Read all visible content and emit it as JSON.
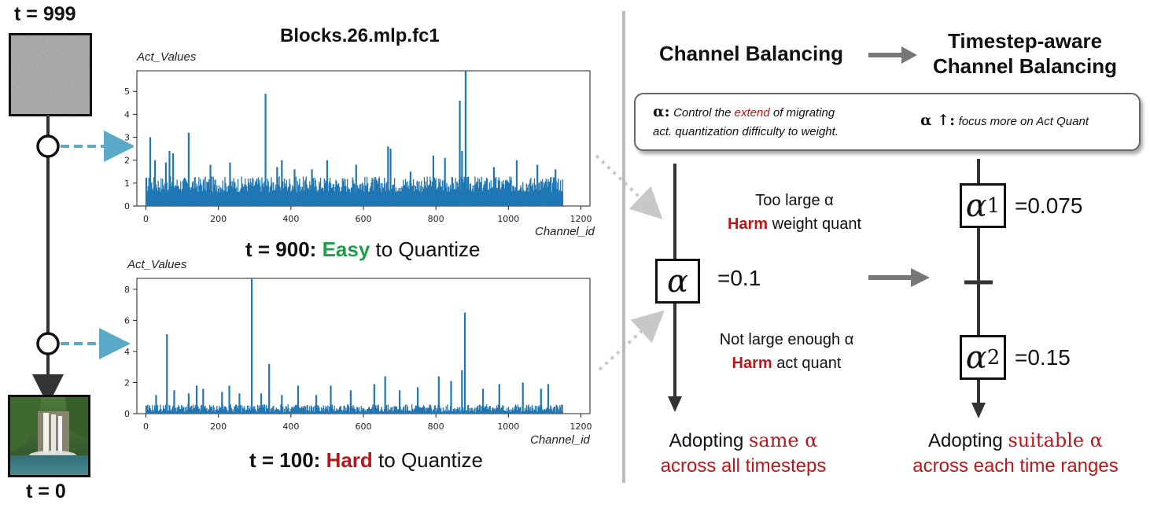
{
  "timeline": {
    "t_top": "t = 999",
    "t_bottom": "t = 0",
    "noise_image": "noise-image",
    "output_image": "waterfall-image"
  },
  "charts_title": "Blocks.26.mlp.fc1",
  "chart_data": [
    {
      "type": "bar",
      "ylabel": "Act_Values",
      "xlabel": "Channel_id",
      "xlim": [
        0,
        1200
      ],
      "ylim": [
        0,
        5.9
      ],
      "x_ticks": [
        "0",
        "200",
        "400",
        "600",
        "800",
        "1000",
        "1200"
      ],
      "y_ticks": [
        "0",
        "1",
        "2",
        "3",
        "4",
        "5"
      ],
      "n_channels": 1152,
      "baseline_range": [
        0.6,
        1.3
      ],
      "peaks": [
        {
          "x": 12,
          "y": 3.0
        },
        {
          "x": 25,
          "y": 2.0
        },
        {
          "x": 55,
          "y": 1.9
        },
        {
          "x": 65,
          "y": 2.4
        },
        {
          "x": 75,
          "y": 2.3
        },
        {
          "x": 118,
          "y": 3.2
        },
        {
          "x": 178,
          "y": 1.8
        },
        {
          "x": 232,
          "y": 1.9
        },
        {
          "x": 330,
          "y": 4.9
        },
        {
          "x": 362,
          "y": 1.7
        },
        {
          "x": 375,
          "y": 2.0
        },
        {
          "x": 410,
          "y": 1.6
        },
        {
          "x": 458,
          "y": 1.6
        },
        {
          "x": 500,
          "y": 2.0
        },
        {
          "x": 580,
          "y": 1.8
        },
        {
          "x": 668,
          "y": 2.6
        },
        {
          "x": 675,
          "y": 2.5
        },
        {
          "x": 730,
          "y": 1.5
        },
        {
          "x": 793,
          "y": 2.2
        },
        {
          "x": 825,
          "y": 2.1
        },
        {
          "x": 866,
          "y": 4.6
        },
        {
          "x": 872,
          "y": 2.4
        },
        {
          "x": 882,
          "y": 5.9
        },
        {
          "x": 960,
          "y": 1.7
        },
        {
          "x": 1023,
          "y": 2.0
        },
        {
          "x": 1080,
          "y": 1.8
        },
        {
          "x": 1130,
          "y": 1.6
        }
      ]
    },
    {
      "type": "bar",
      "ylabel": "Act_Values",
      "xlabel": "Channel_id",
      "xlim": [
        0,
        1200
      ],
      "ylim": [
        0,
        8.7
      ],
      "x_ticks": [
        "0",
        "200",
        "400",
        "600",
        "800",
        "1000",
        "1200"
      ],
      "y_ticks": [
        "0",
        "2",
        "4",
        "6",
        "8"
      ],
      "n_channels": 1152,
      "baseline_range": [
        0.1,
        0.6
      ],
      "peaks": [
        {
          "x": 28,
          "y": 1.2
        },
        {
          "x": 58,
          "y": 5.1
        },
        {
          "x": 78,
          "y": 1.5
        },
        {
          "x": 118,
          "y": 1.3
        },
        {
          "x": 140,
          "y": 1.8
        },
        {
          "x": 158,
          "y": 1.6
        },
        {
          "x": 210,
          "y": 1.4
        },
        {
          "x": 230,
          "y": 1.8
        },
        {
          "x": 258,
          "y": 1.3
        },
        {
          "x": 292,
          "y": 8.7
        },
        {
          "x": 318,
          "y": 1.3
        },
        {
          "x": 340,
          "y": 3.2
        },
        {
          "x": 375,
          "y": 1.2
        },
        {
          "x": 420,
          "y": 1.8
        },
        {
          "x": 470,
          "y": 1.2
        },
        {
          "x": 510,
          "y": 1.8
        },
        {
          "x": 565,
          "y": 1.5
        },
        {
          "x": 630,
          "y": 1.9
        },
        {
          "x": 660,
          "y": 2.4
        },
        {
          "x": 700,
          "y": 1.5
        },
        {
          "x": 750,
          "y": 1.7
        },
        {
          "x": 808,
          "y": 2.4
        },
        {
          "x": 842,
          "y": 2.1
        },
        {
          "x": 872,
          "y": 2.8
        },
        {
          "x": 880,
          "y": 6.5
        },
        {
          "x": 930,
          "y": 1.6
        },
        {
          "x": 975,
          "y": 1.9
        },
        {
          "x": 1040,
          "y": 2.0
        },
        {
          "x": 1090,
          "y": 1.6
        },
        {
          "x": 1110,
          "y": 1.9
        }
      ]
    }
  ],
  "captions": {
    "top_prefix": "t = 900:",
    "top_keyword": "Easy",
    "top_suffix": " to Quantize",
    "bottom_prefix": "t = 100:",
    "bottom_keyword": "Hard",
    "bottom_suffix": " to Quantize"
  },
  "right": {
    "heading_left": "Channel Balancing",
    "heading_right_1": "Timestep-aware",
    "heading_right_2": "Channel Balancing",
    "info": {
      "alpha_sym": "α:",
      "line1_pre": "Control the ",
      "line1_red": "extend",
      "line1_post": " of migrating",
      "line2": "act. quantization difficulty to weight.",
      "right_sym": "α ↑:",
      "right_text": "focus more on Act Quant"
    },
    "alpha_symbol": "α",
    "alpha_value": "=0.1",
    "too_large_1": "Too large α",
    "too_large_harm": "Harm",
    "too_large_2": " weight quant",
    "not_large_1": "Not large enough  α",
    "not_large_harm": "Harm",
    "not_large_2": " act quant",
    "alpha1_symbol": "α",
    "alpha1_sub": "1",
    "alpha1_value": "=0.075",
    "alpha2_symbol": "α",
    "alpha2_sub": "2",
    "alpha2_value": "=0.15",
    "bottom_left_1": "Adopting ",
    "bottom_left_red": "same α",
    "bottom_left_2": "across all timesteps",
    "bottom_right_1": "Adopting ",
    "bottom_right_red": "suitable α",
    "bottom_right_2": "across each time ranges"
  },
  "colors": {
    "bar": "#1f77b4",
    "dashed_arrow": "#5aa9c9",
    "green": "#1f9e4a",
    "red": "#b8171b",
    "divider": "#bbbbbb"
  }
}
